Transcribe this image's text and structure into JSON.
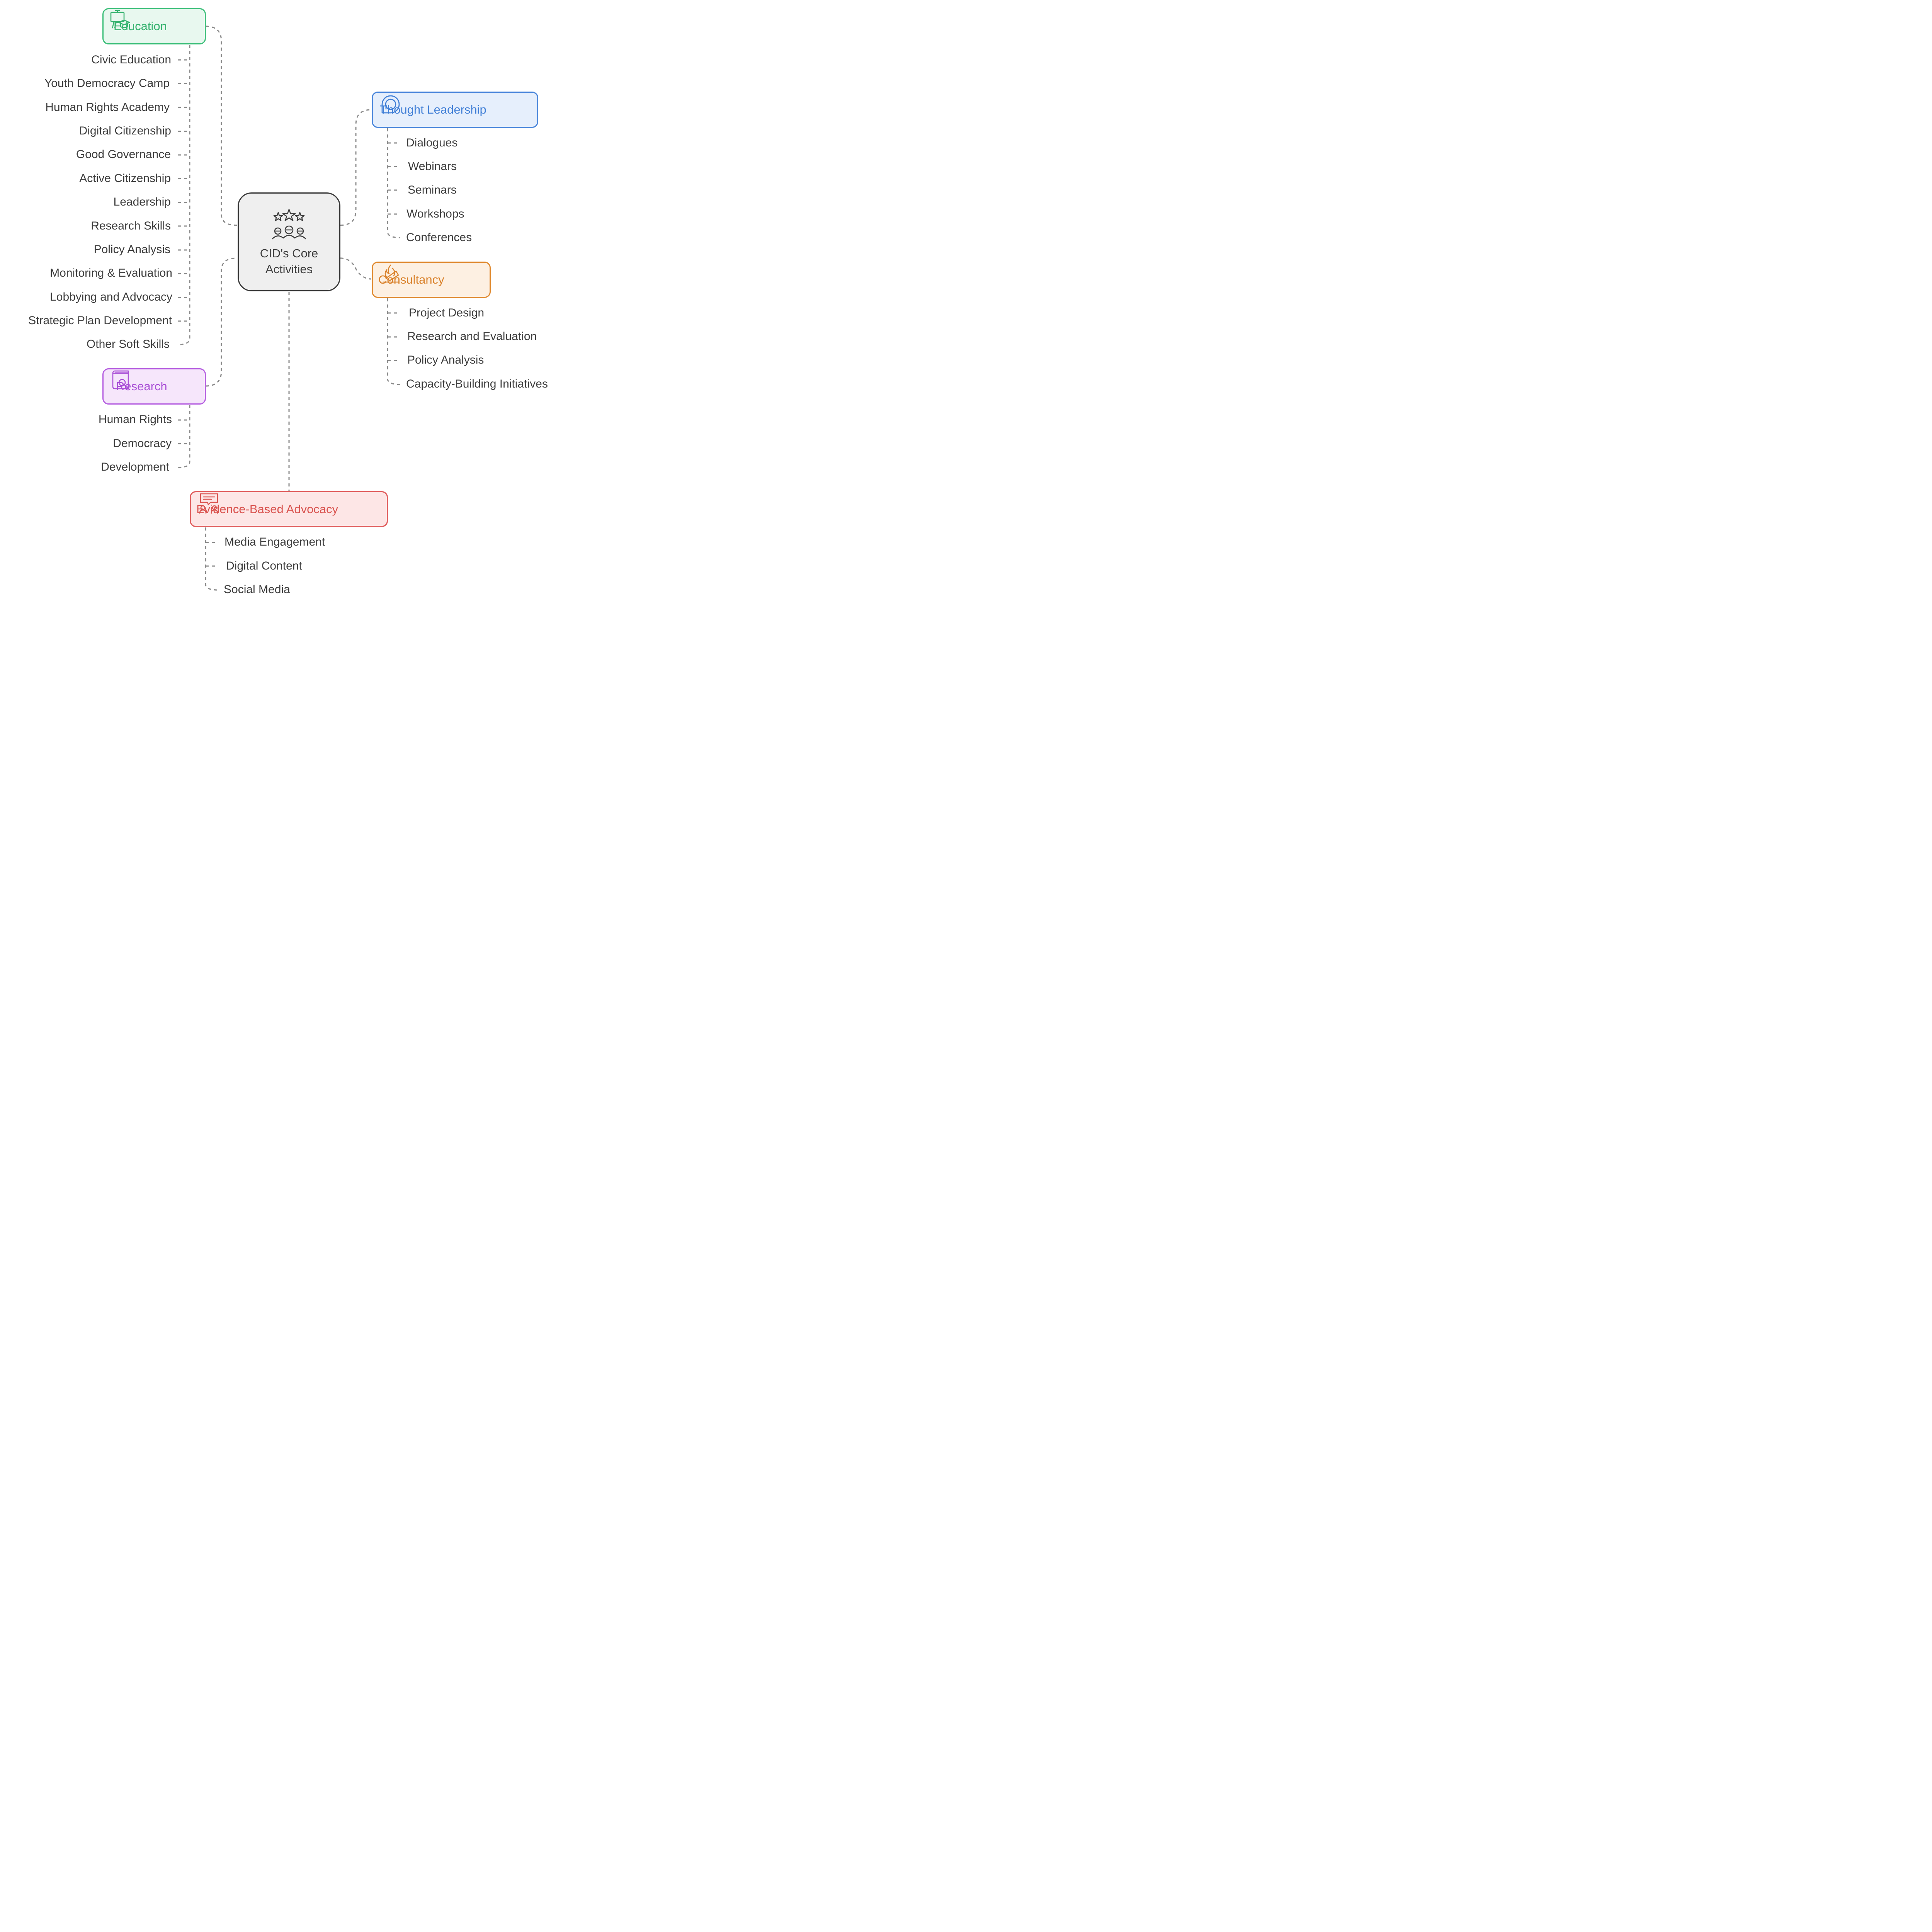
{
  "center": {
    "title_line1": "CID's Core",
    "title_line2": "Activities",
    "icon": "team-stars-icon"
  },
  "branches": {
    "education": {
      "label": "Education",
      "icon": "classroom-graduation-icon",
      "border_color": "#3dbf7a",
      "fill_color": "#e8f8ef",
      "text_color": "#36b36f",
      "items": [
        "Civic Education",
        "Youth Democracy Camp",
        "Human Rights Academy",
        "Digital Citizenship",
        "Good Governance",
        "Active Citizenship",
        "Leadership",
        "Research Skills",
        "Policy Analysis",
        "Monitoring & Evaluation",
        "Lobbying and Advocacy",
        "Strategic Plan Development",
        "Other Soft Skills"
      ]
    },
    "research": {
      "label": "Research",
      "icon": "book-search-icon",
      "border_color": "#b55fe0",
      "fill_color": "#f6e6fb",
      "text_color": "#a94fd6",
      "items": [
        "Human Rights",
        "Democracy",
        "Development"
      ]
    },
    "thought_leadership": {
      "label": "Thought Leadership",
      "icon": "speech-bubble-icon",
      "border_color": "#4a86db",
      "fill_color": "#e6effc",
      "text_color": "#3f7ed6",
      "items": [
        "Dialogues",
        "Webinars",
        "Seminars",
        "Workshops",
        "Conferences"
      ]
    },
    "consultancy": {
      "label": "Consultancy",
      "icon": "handshake-fire-icon",
      "border_color": "#e08a30",
      "fill_color": "#fdf0e2",
      "text_color": "#d9812a",
      "items": [
        "Project Design",
        "Research and Evaluation",
        "Policy Analysis",
        "Capacity-Building Initiatives"
      ]
    },
    "advocacy": {
      "label": "Evidence-Based Advocacy",
      "icon": "presentation-audience-icon",
      "border_color": "#e05b5b",
      "fill_color": "#fde6e6",
      "text_color": "#d9534f",
      "items": [
        "Media Engagement",
        "Digital Content",
        "Social Media"
      ]
    }
  },
  "connector_color": "#8a8a8a"
}
